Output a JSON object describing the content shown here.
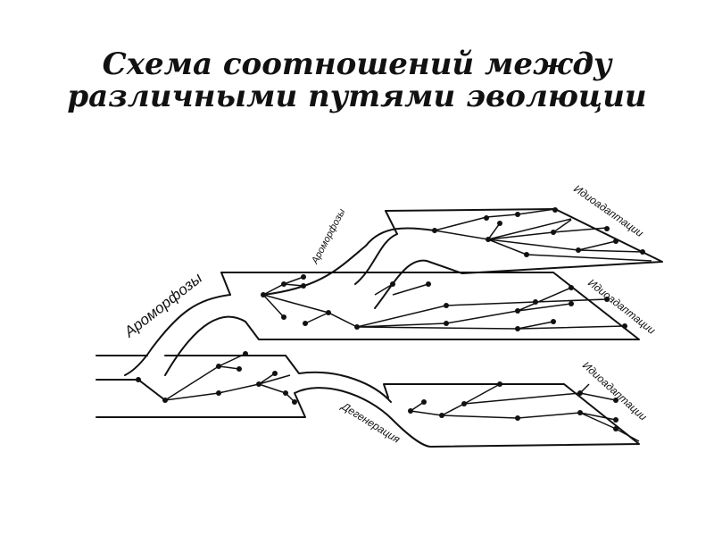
{
  "title": {
    "line1": "Схема соотношений между",
    "line2": "различными путями эволюции"
  },
  "diagram": {
    "labels": {
      "aromorphoses_main": "Ароморфозы",
      "aromorphoses_upper": "Ароморфозы",
      "idioadaptations_top": "Идиоадаптации",
      "idioadaptations_middle": "Идиоадаптации",
      "idioadaptations_bottom": "Идиоадаптации",
      "degeneration": "Дегенерация"
    }
  }
}
